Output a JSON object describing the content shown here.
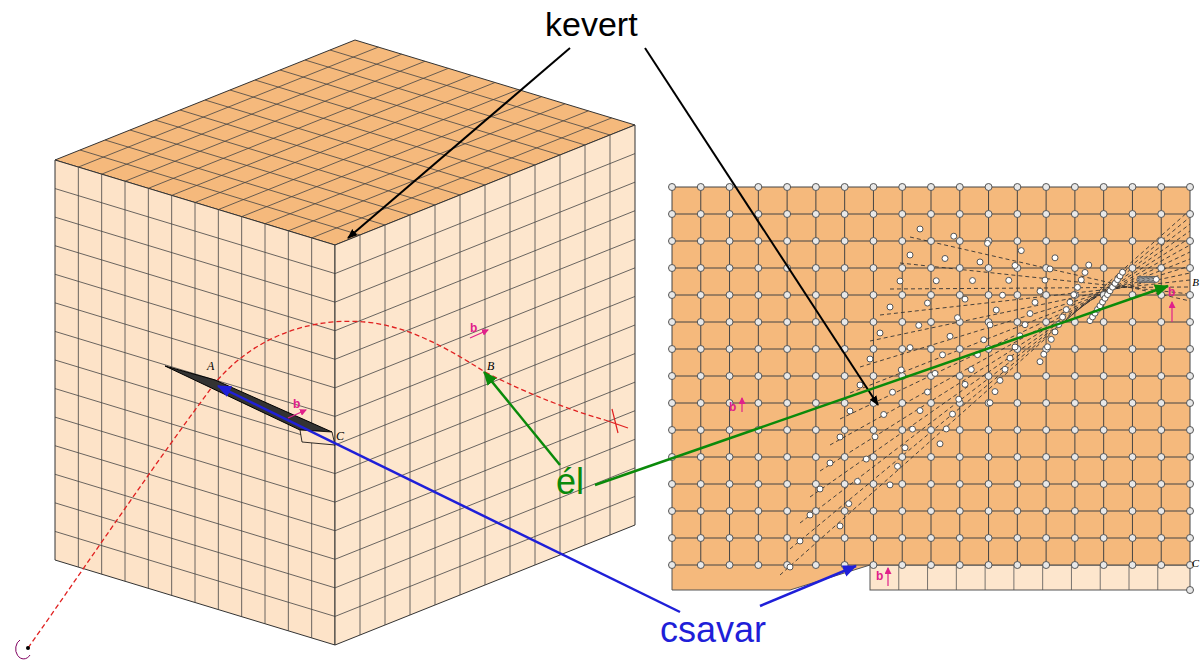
{
  "diagram": {
    "labels": [
      "kevert",
      "él",
      "csavar",
      "A",
      "B",
      "C",
      "b",
      "b",
      "B",
      "C",
      "b",
      "b",
      "b"
    ]
  }
}
